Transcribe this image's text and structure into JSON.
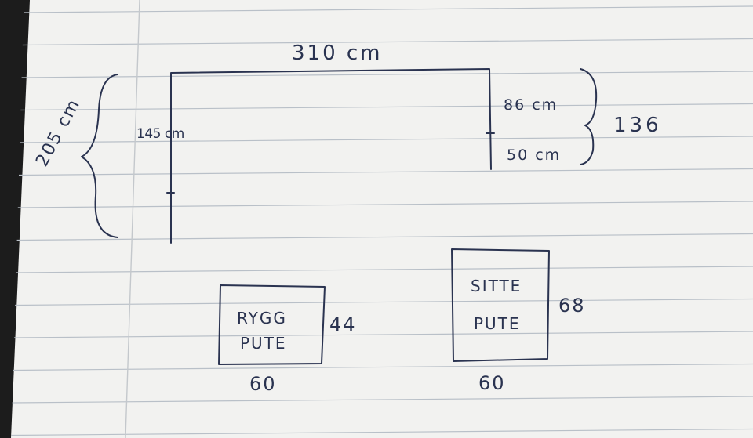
{
  "sketch": {
    "top_width": "310 cm",
    "left_total": "205 cm",
    "left_inner": "145 cm",
    "right_upper": "86 cm",
    "right_lower": "50 cm",
    "right_total": "136"
  },
  "cushions": {
    "back": {
      "line1": "RYGG",
      "line2": "PUTE",
      "height": "44",
      "width": "60"
    },
    "seat": {
      "line1": "SITTE",
      "line2": "PUTE",
      "height": "68",
      "width": "60"
    }
  },
  "colors": {
    "ink": "#2a3350",
    "paper": "#f2f2f0",
    "rule": "#b9c0c8"
  }
}
